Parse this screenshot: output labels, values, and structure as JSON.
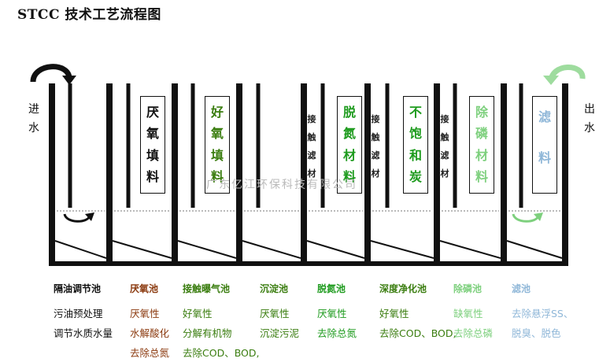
{
  "title": "STCC 技术工艺流程图",
  "inlet": [
    "进",
    "水"
  ],
  "outlet": [
    "出",
    "水"
  ],
  "watermark": "广东亿江环保科技有限公司",
  "colors": {
    "ink": "#111111",
    "brown": "#8b3a0f",
    "darkgreen": "#3a7d0f",
    "green": "#1e9b1e",
    "lightgreen": "#7ed07e",
    "lightblue": "#8fb7d8"
  },
  "media": [
    {
      "chars": [
        "厌",
        "氧",
        "填",
        "料"
      ],
      "color": "#111111"
    },
    {
      "chars": [
        "好",
        "氧",
        "填",
        "料"
      ],
      "color": "#3a7d0f"
    },
    {
      "chars": [
        "脱",
        "氮",
        "材",
        "料"
      ],
      "color": "#1e9b1e"
    },
    {
      "chars": [
        "不",
        "饱",
        "和",
        "炭"
      ],
      "color": "#1e9b1e"
    },
    {
      "chars": [
        "除",
        "磷",
        "材",
        "料"
      ],
      "color": "#7ed07e"
    },
    {
      "chars": [
        "滤",
        "",
        "料",
        ""
      ],
      "color": "#8fb7d8"
    }
  ],
  "contact_beds": [
    {
      "chars": [
        "接",
        "触",
        "滤",
        "材"
      ]
    },
    {
      "chars": [
        "接",
        "触",
        "滤",
        "材"
      ]
    },
    {
      "chars": [
        "接",
        "触",
        "滤",
        "材"
      ]
    }
  ],
  "stages": [
    {
      "name": "隔油调节池",
      "color": "#111111",
      "notes": [
        "污油预处理",
        "调节水质水量"
      ]
    },
    {
      "name": "厌氧池",
      "color": "#8b3a0f",
      "notes": [
        "厌氧性",
        "水解酸化",
        "去除总氮"
      ]
    },
    {
      "name": "接触曝气池",
      "color": "#3a7d0f",
      "notes": [
        "好氧性",
        "分解有机物",
        "去除COD、BOD,"
      ]
    },
    {
      "name": "沉淀池",
      "color": "#3a7d0f",
      "notes": [
        "厌氧性",
        "沉淀污泥"
      ]
    },
    {
      "name": "脱氮池",
      "color": "#1e9b1e",
      "notes": [
        "厌氧性",
        "去除总氮"
      ]
    },
    {
      "name": "深度净化池",
      "color": "#3a7d0f",
      "notes": [
        "好氧性",
        "去除COD、BOD,"
      ]
    },
    {
      "name": "除磷池",
      "color": "#7ed07e",
      "notes": [
        "缺氧性",
        "去除总磷"
      ]
    },
    {
      "name": "滤池",
      "color": "#8fb7d8",
      "notes": [
        "去除悬浮SS、",
        "脱臭、脱色"
      ]
    }
  ]
}
